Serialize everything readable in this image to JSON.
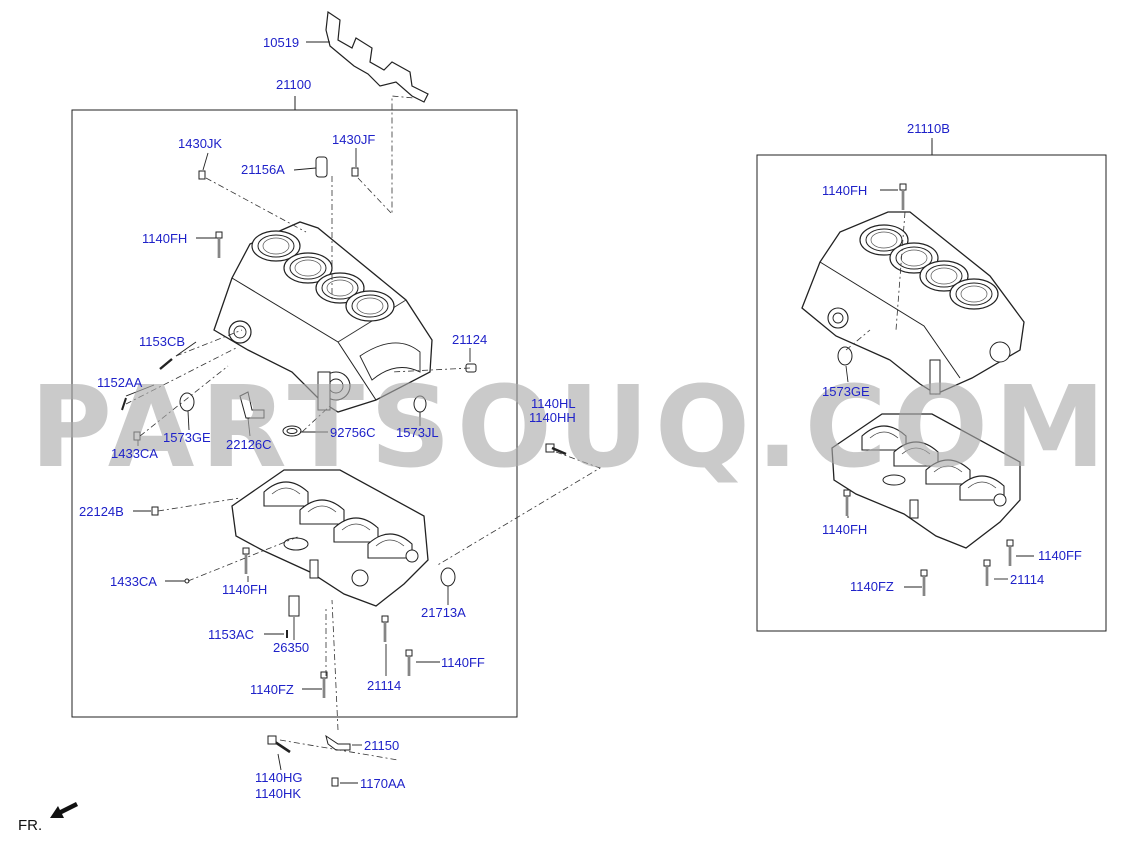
{
  "watermark": "PARTSOUQ.COM",
  "front_marker": "FR.",
  "colors": {
    "label": "#1f22c9",
    "line": "#222222",
    "watermark": "#aaaaaa"
  },
  "groups": {
    "full_assembly": "21100",
    "short_block": "21110B"
  },
  "parts": {
    "p10519": "10519",
    "p1430JK": "1430JK",
    "p1430JF": "1430JF",
    "p21156A": "21156A",
    "p1140FH_a": "1140FH",
    "p1153CB": "1153CB",
    "p1152AA": "1152AA",
    "p1433CA_a": "1433CA",
    "p1573GE_a": "1573GE",
    "p22126C": "22126C",
    "p92756C": "92756C",
    "p1573JL": "1573JL",
    "p21124": "21124",
    "p1140HL": "1140HL",
    "p1140HH": "1140HH",
    "p22124B": "22124B",
    "p1433CA_b": "1433CA",
    "p1140FH_b": "1140FH",
    "p21713A": "21713A",
    "p1153AC": "1153AC",
    "p26350": "26350",
    "p1140FF_a": "1140FF",
    "p21114_a": "21114",
    "p1140FZ_a": "1140FZ",
    "p21150": "21150",
    "p1140HG": "1140HG",
    "p1140HK": "1140HK",
    "p1170AA": "1170AA",
    "p1140FH_c": "1140FH",
    "p1573GE_b": "1573GE",
    "p1140FH_d": "1140FH",
    "p1140FF_b": "1140FF",
    "p1140FZ_b": "1140FZ",
    "p21114_b": "21114"
  }
}
